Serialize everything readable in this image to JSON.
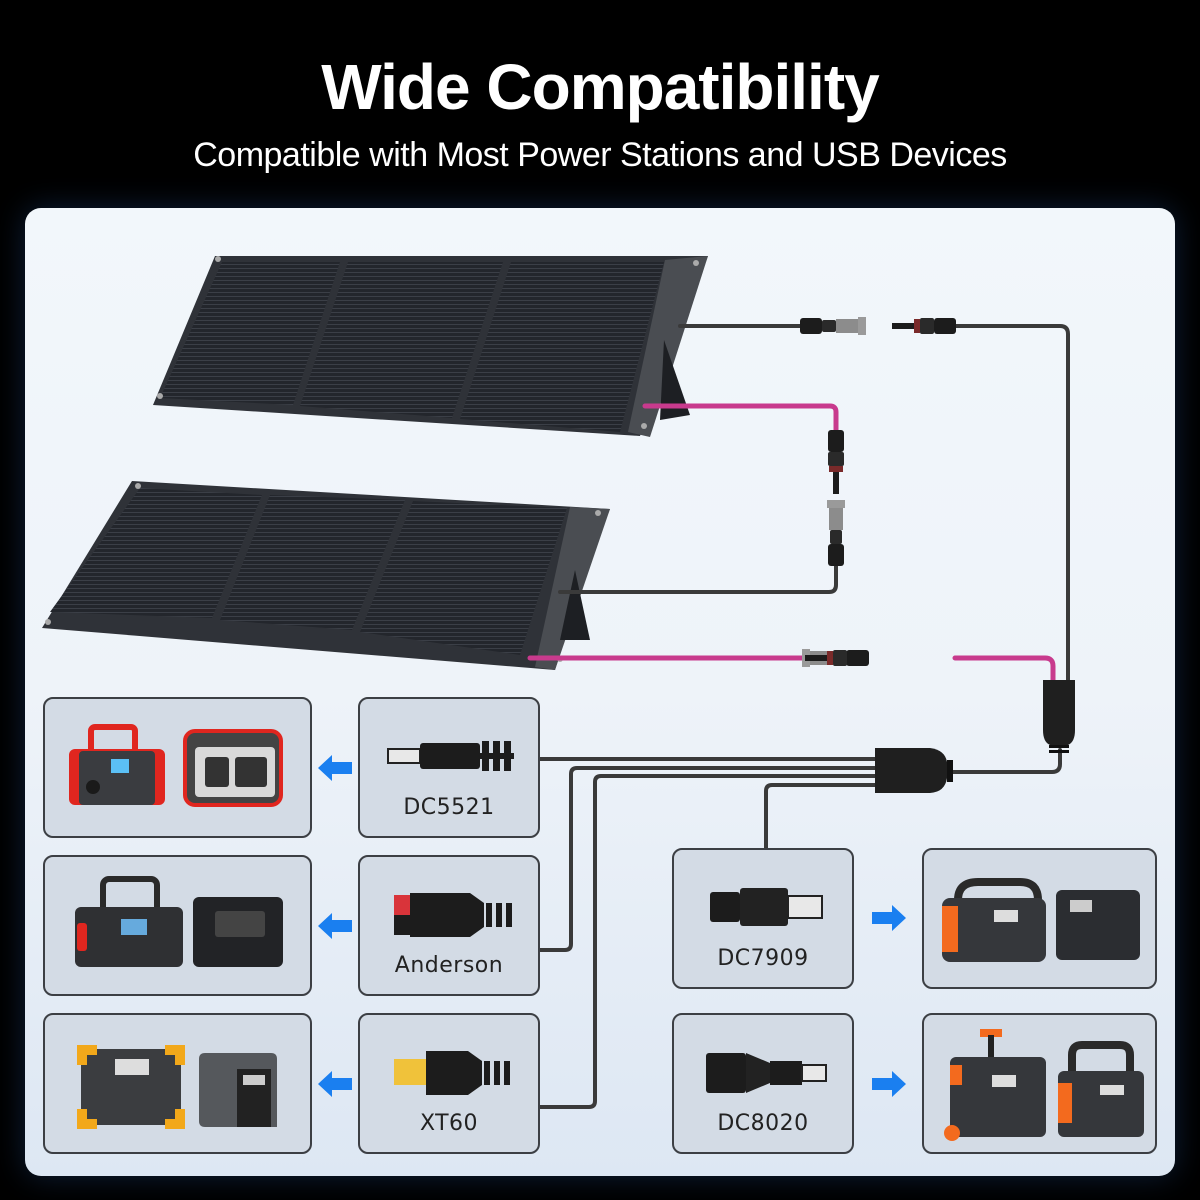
{
  "header": {
    "title": "Wide Compatibility",
    "subtitle": "Compatible with Most Power Stations and USB Devices"
  },
  "colors": {
    "background": "#000000",
    "card": "#eef3f9",
    "box_fill": "#d3dbe5",
    "box_border": "#3c3f44",
    "arrow": "#1a7ff0",
    "cable_black": "#3a3a3a",
    "cable_pink": "#d0388f",
    "panel": "#2c2f35"
  },
  "solar_panels": [
    {
      "name": "solar-panel-top",
      "cable_colors": [
        "black",
        "pink"
      ]
    },
    {
      "name": "solar-panel-bottom",
      "cable_colors": [
        "black",
        "pink"
      ]
    }
  ],
  "connectors": {
    "left": [
      {
        "label": "DC5521",
        "icon": "dc5521-plug-icon",
        "arrow": "left",
        "stations": [
          "red-black-power-station",
          "red-gray-power-station"
        ]
      },
      {
        "label": "Anderson",
        "icon": "anderson-plug-icon",
        "arrow": "left",
        "stations": [
          "black-red-power-station",
          "black-power-station"
        ]
      },
      {
        "label": "XT60",
        "icon": "xt60-plug-icon",
        "arrow": "left",
        "stations": [
          "yellow-bumper-power-station",
          "gray-power-station"
        ]
      }
    ],
    "right": [
      {
        "label": "DC7909",
        "icon": "dc7909-plug-icon",
        "arrow": "right",
        "stations": [
          "orange-black-power-station",
          "dark-power-station"
        ]
      },
      {
        "label": "DC8020",
        "icon": "dc8020-plug-icon",
        "arrow": "right",
        "stations": [
          "wheeled-power-station",
          "orange-handle-power-station"
        ]
      }
    ]
  }
}
